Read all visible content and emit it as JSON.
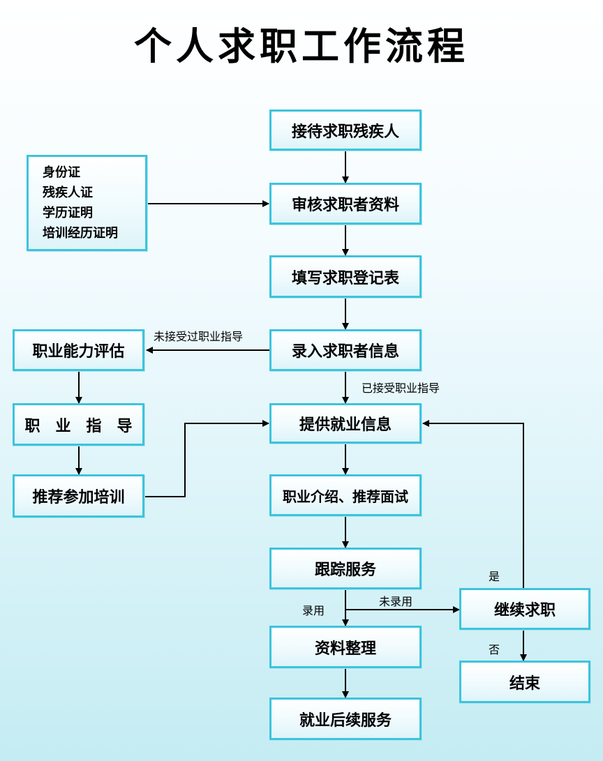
{
  "title": "个人求职工作流程",
  "boxes": {
    "reception": "接待求职残疾人",
    "review": "审核求职者资料",
    "fill_form": "填写求职登记表",
    "enter_info": "录入求职者信息",
    "provide_info": "提供就业信息",
    "introduce": "职业介绍、推荐面试",
    "follow_up": "跟踪服务",
    "organize": "资料整理",
    "after_service": "就业后续服务",
    "ability_eval": "职业能力评估",
    "guidance": "职　业　指　导",
    "training": "推荐参加培训",
    "continue": "继续求职",
    "end": "结束"
  },
  "documents": [
    "身份证",
    "残疾人证",
    "学历证明",
    "培训经历证明"
  ],
  "edge_labels": {
    "not_guided": "未接受过职业指导",
    "guided": "已接受职业指导",
    "hired": "录用",
    "not_hired": "未录用",
    "yes": "是",
    "no": "否"
  }
}
